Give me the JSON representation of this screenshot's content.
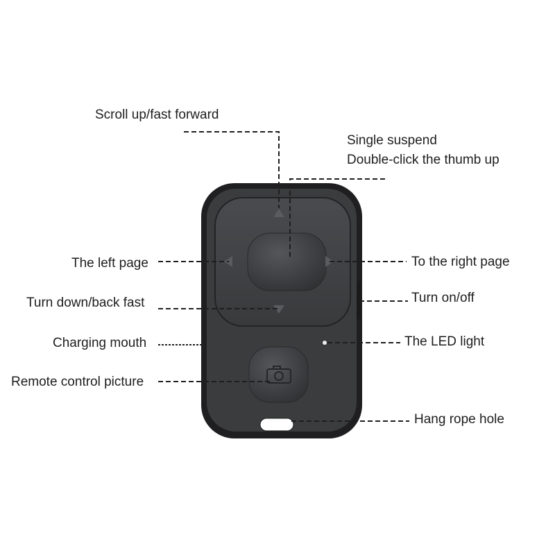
{
  "labels": {
    "scroll_up": "Scroll up/fast forward",
    "single_suspend": "Single suspend",
    "double_click": "Double-click the thumb up",
    "left_page": "The left page",
    "right_page": "To the right page",
    "turn_down": "Turn down/back fast",
    "on_off": "Turn on/off",
    "charging": "Charging mouth",
    "led": "The LED light",
    "remote_picture": "Remote control picture",
    "rope_hole": "Hang rope hole"
  },
  "colors": {
    "body": "#2c2c2e",
    "button": "#3a3a3c",
    "line": "#1e1e1e"
  }
}
